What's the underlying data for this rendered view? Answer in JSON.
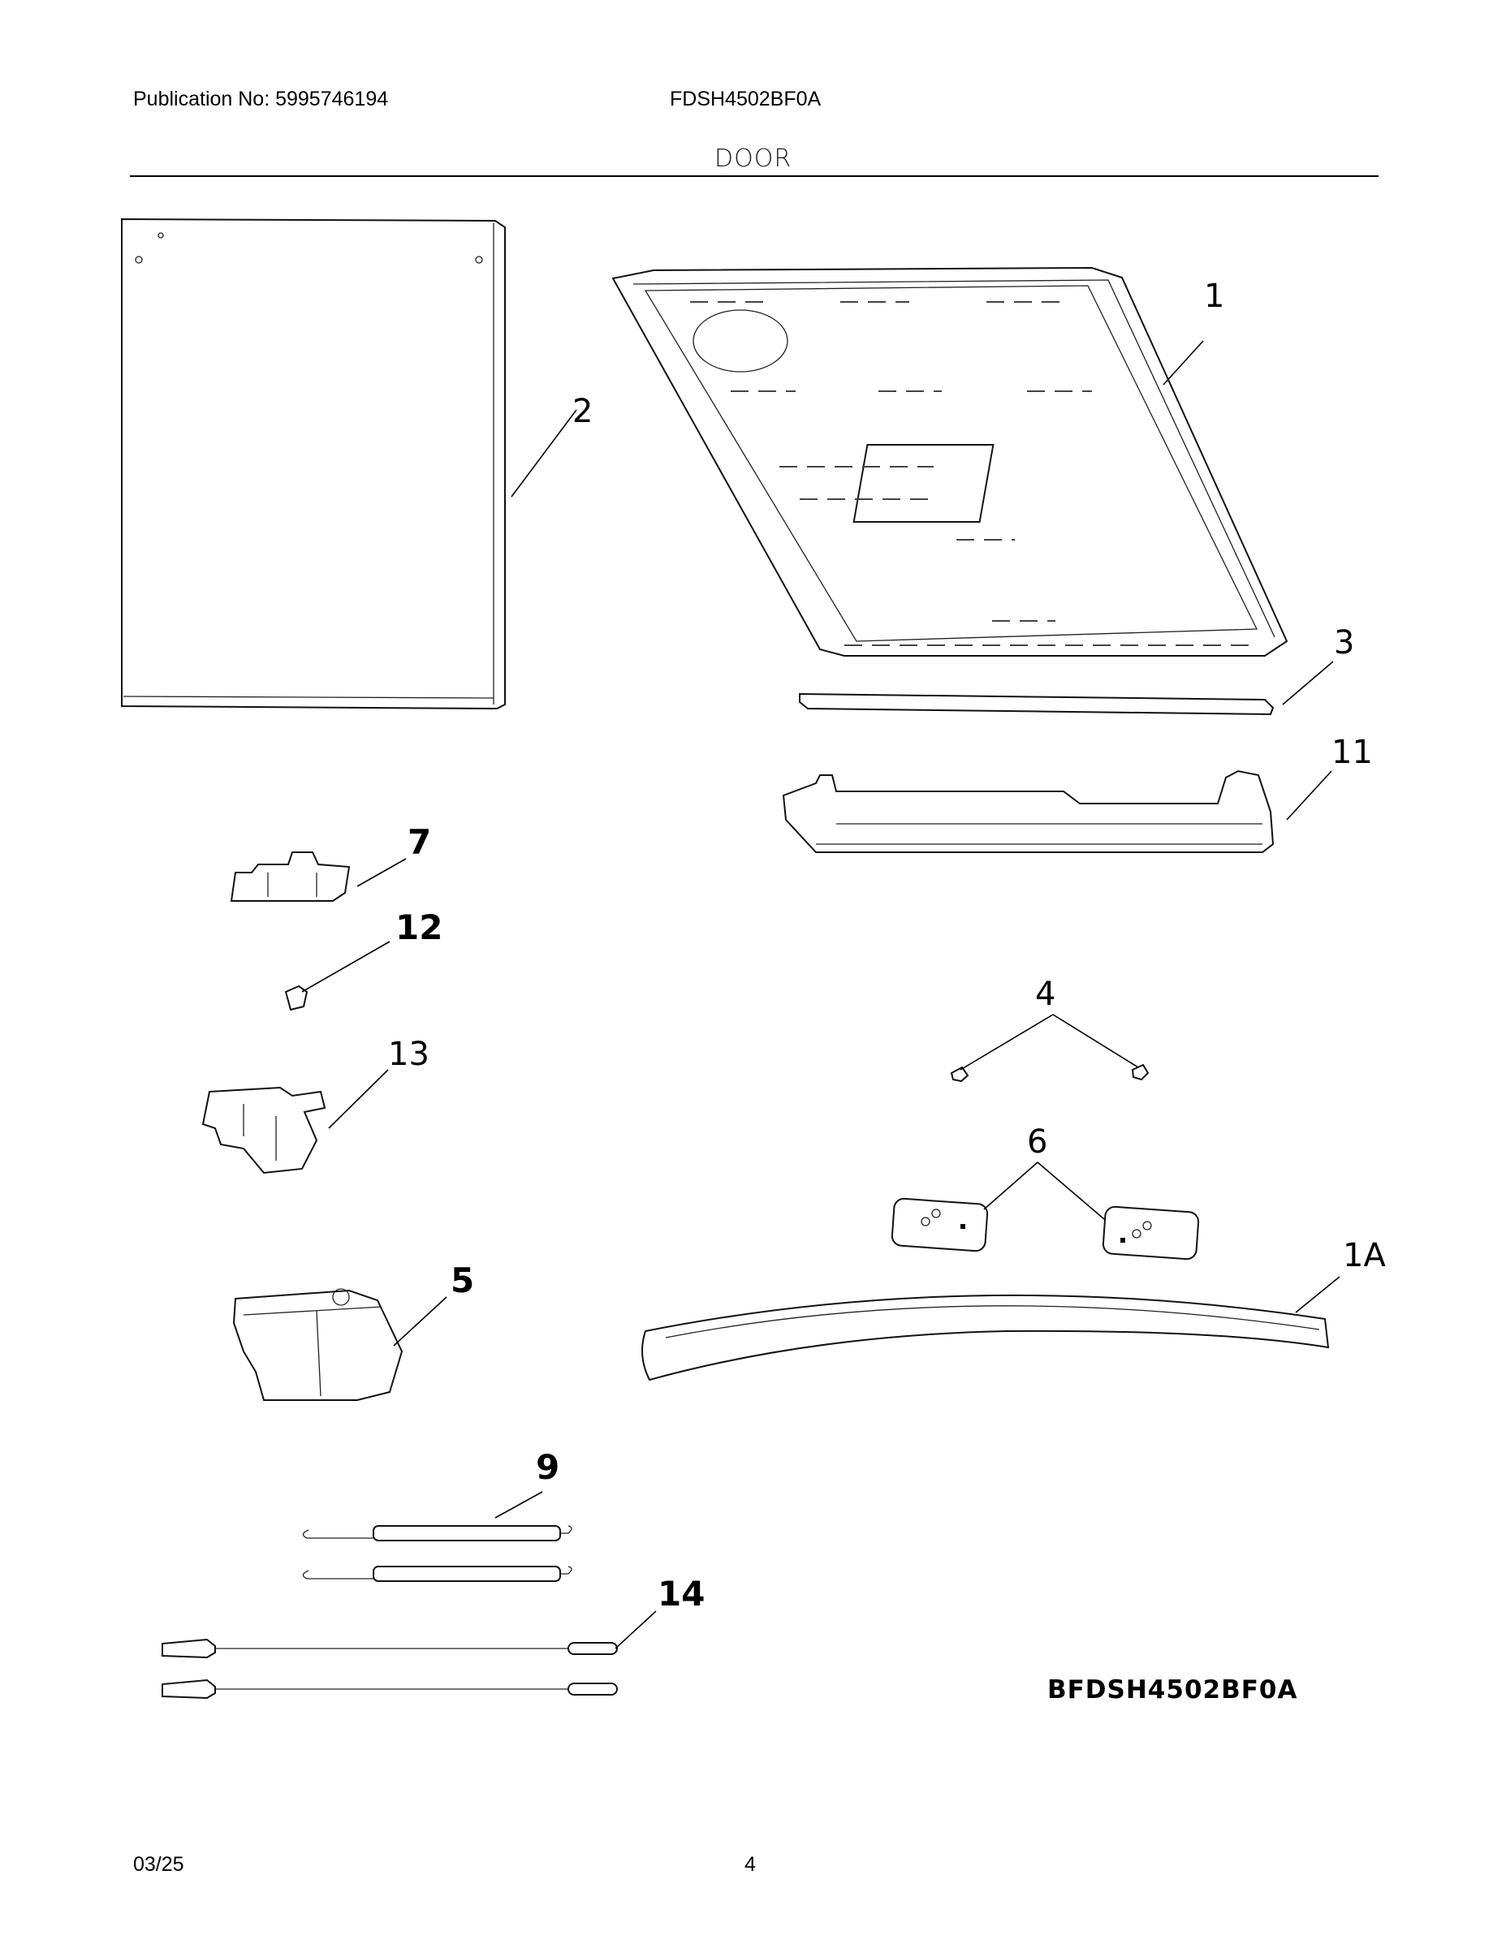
{
  "header": {
    "publication": "Publication No: 5995746194",
    "model": "FDSH4502BF0A",
    "section": "DOOR"
  },
  "callouts": [
    "1",
    "1A",
    "2",
    "3",
    "4",
    "5",
    "6",
    "7",
    "9",
    "11",
    "12",
    "13",
    "14"
  ],
  "diagram_code": "BFDSH4502BF0A",
  "footer": {
    "date": "03/25",
    "page": "4"
  }
}
